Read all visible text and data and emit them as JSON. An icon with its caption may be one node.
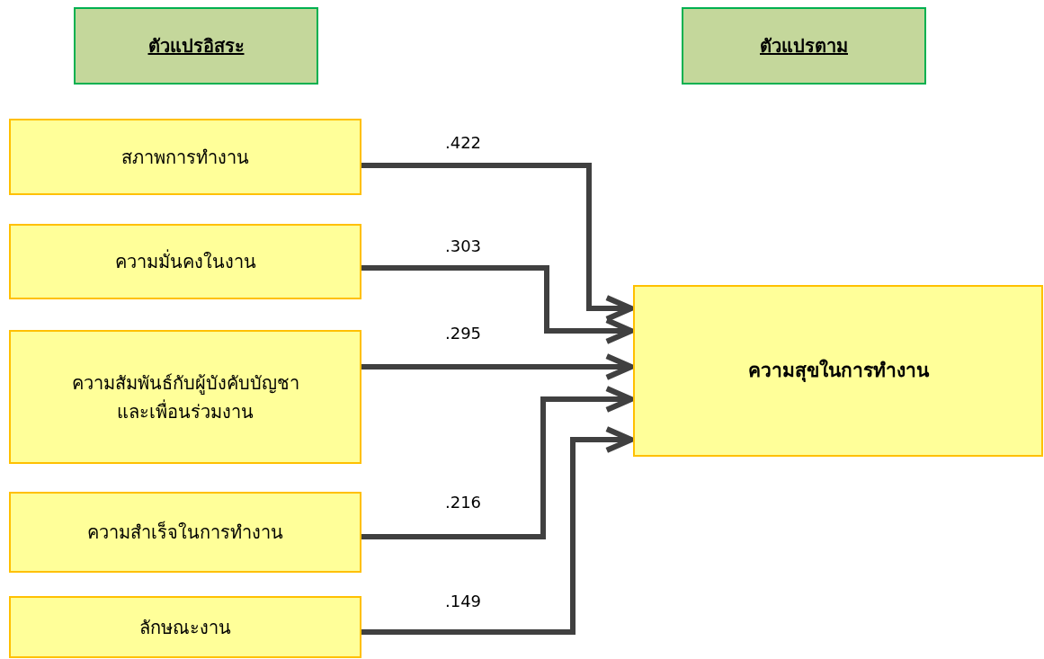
{
  "diagram": {
    "nodes": [
      {
        "text": [
          "ตัวแปรอิสระ"
        ]
      },
      {
        "text": [
          "ตัวแปรตาม"
        ]
      },
      {
        "text": [
          "สภาพการทำงาน"
        ]
      },
      {
        "text": [
          "ความมั่นคงในงาน"
        ]
      },
      {
        "text": [
          "ความสัมพันธ์กับผู้บังคับบัญชาและเพื่อนร่วมงาน"
        ]
      },
      {
        "text": [
          "ความสำเร็จในการทำงาน"
        ]
      },
      {
        "text": [
          "ลักษณะงาน"
        ]
      },
      {
        "text": [
          "ความสุขในการทำงาน"
        ]
      }
    ],
    "edges": [
      {
        "from": 2,
        "to": 7,
        "arrow": "to",
        "label": ".422"
      },
      {
        "from": 3,
        "to": 7,
        "arrow": "to",
        "label": ".303"
      },
      {
        "from": 4,
        "to": 7,
        "arrow": "to",
        "label": ".295"
      },
      {
        "from": 5,
        "to": 7,
        "arrow": "to",
        "label": ".216"
      },
      {
        "from": 6,
        "to": 7,
        "arrow": "to",
        "label": ".149"
      }
    ]
  }
}
